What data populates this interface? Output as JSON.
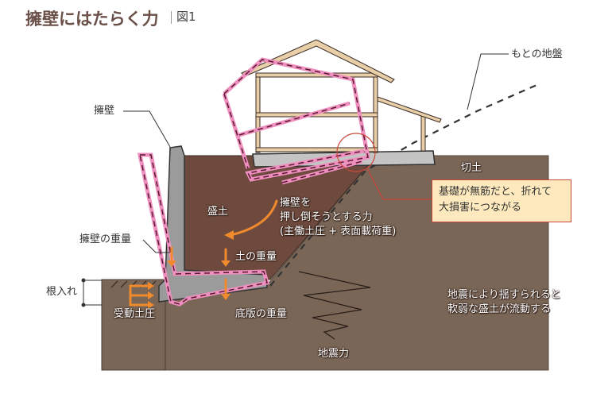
{
  "header": {
    "title": "擁壁にはたらく力",
    "figure_label": "図1"
  },
  "labels": {
    "retaining_wall": "擁壁",
    "original_ground": "もとの地盤",
    "cut_soil": "切土",
    "fill_soil": "盛土",
    "force_line1": "擁壁を",
    "force_line2": "押し倒そうとする力",
    "force_line3": "(主働土圧 + 表面載荷重)",
    "wall_weight": "擁壁の重量",
    "soil_weight": "土の重量",
    "embedment": "根入れ",
    "passive_pressure": "受動土圧",
    "base_slab_weight": "底版の重量",
    "seismic_force": "地震力",
    "earthquake_line1": "地震により揺すられると",
    "earthquake_line2": "軟弱な盛土が流動する"
  },
  "callout": {
    "line1": "基礎が無筋だと、折れて",
    "line2": "大損害につながる"
  },
  "colors": {
    "soil": "#7a6656",
    "fill_soil": "#6e4a3e",
    "wall_gray": "#9b9b9b",
    "house_frame": "#e8cfa8",
    "pink_dash": "#ef8fc0",
    "arrow_orange": "#f08a2c",
    "callout_bg": "#fde9bd",
    "callout_border": "#c9473a"
  }
}
